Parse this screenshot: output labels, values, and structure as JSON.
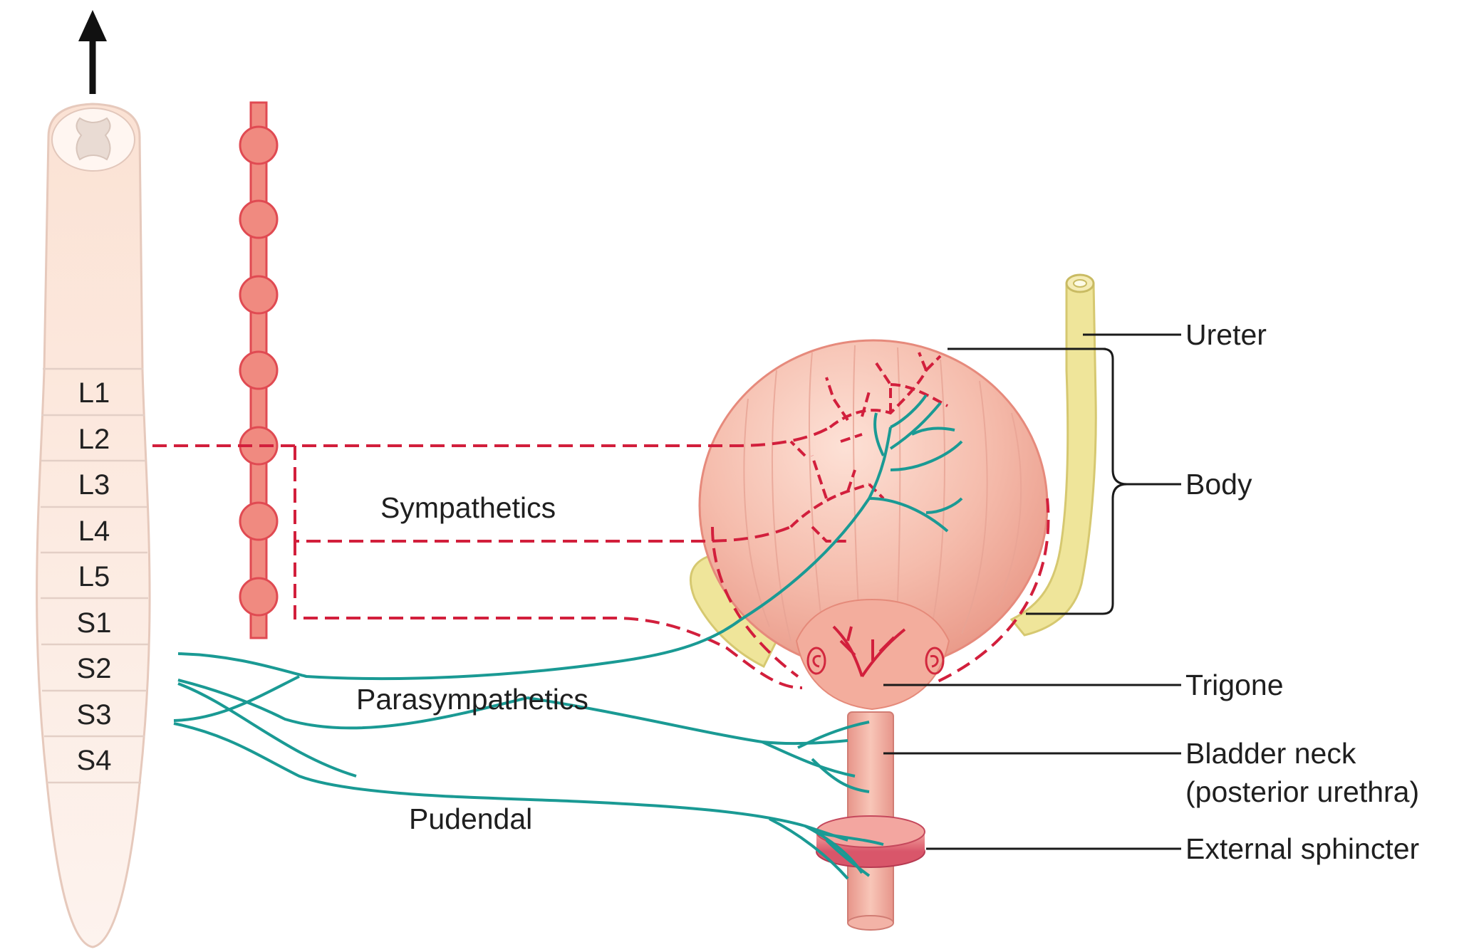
{
  "segments": [
    "L1",
    "L2",
    "L3",
    "L4",
    "L5",
    "S1",
    "S2",
    "S3",
    "S4"
  ],
  "nerves": {
    "sympathetics": "Sympathetics",
    "parasympathetics": "Parasympathetics",
    "pudendal": "Pudendal"
  },
  "parts": {
    "ureter": "Ureter",
    "body": "Body",
    "trigone": "Trigone",
    "bladder_neck_line1": "Bladder neck",
    "bladder_neck_line2": "(posterior urethra)",
    "external_sphincter": "External sphincter"
  },
  "colors": {
    "sympathetic": "#d21f3c",
    "parasympathetic": "#1a9a94",
    "cord": "#fbe3d6",
    "chain": "#f08a80",
    "bladder": "#f2b4a4",
    "ureter": "#efe59a",
    "leader": "#1a1a1a"
  },
  "icons": {
    "ascending": "up-arrow-icon"
  }
}
